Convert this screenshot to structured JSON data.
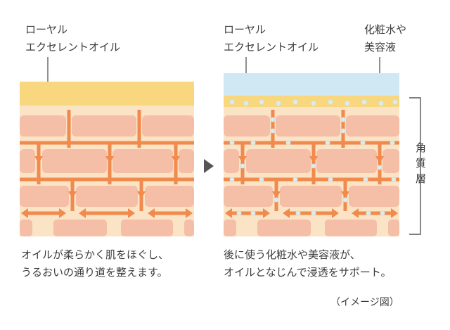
{
  "left_panel": {
    "product_label_line1": "ローヤル",
    "product_label_line2": "エクセレントオイル",
    "caption_line1": "オイルが柔らかく肌をほぐし、",
    "caption_line2": "うるおいの通り道を整えます。"
  },
  "right_panel": {
    "product_label_line1": "ローヤル",
    "product_label_line2": "エクセレントオイル",
    "lotion_label_line1": "化粧水や",
    "lotion_label_line2": "美容液",
    "stratum_label": [
      "角",
      "質",
      "層"
    ],
    "caption_line1": "後に使う化粧水や美容液が、",
    "caption_line2": "オイルとなじんで浸透をサポート。"
  },
  "note": "（イメージ図）",
  "colors": {
    "oil": "#f8d77e",
    "cell": "#f4bfa6",
    "arrow": "#f08a4d",
    "lotion": "#cfe8f3",
    "dot": "#ddebe9",
    "text": "#3b3b3b"
  },
  "icons": [
    "right-triangle-arrow-icon",
    "bracket-icon"
  ]
}
